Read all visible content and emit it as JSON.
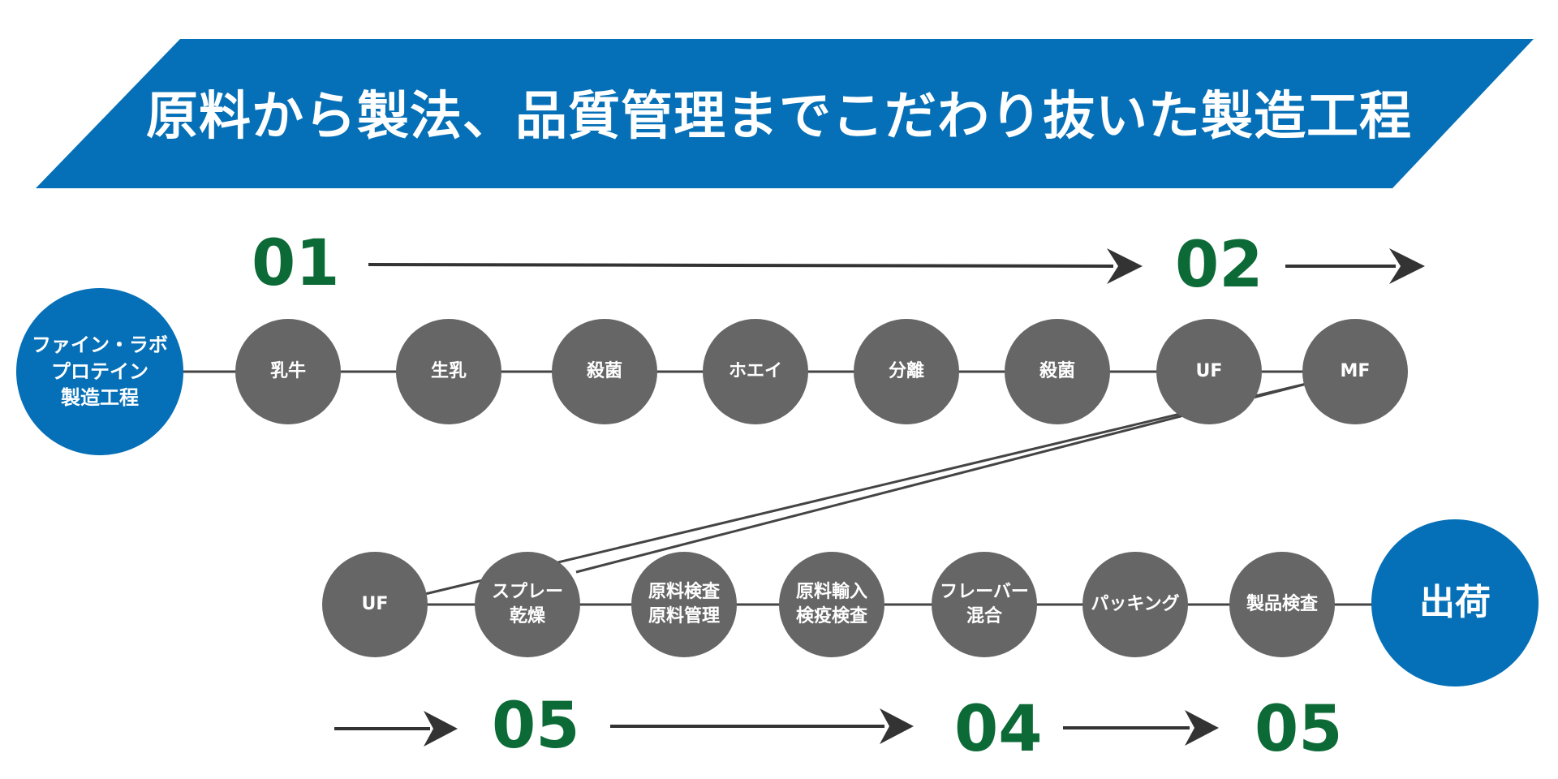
{
  "colors": {
    "brand": "#0570b7",
    "node": "#666666",
    "number": "#0c6a37",
    "arrow": "#333333"
  },
  "header": {
    "title": "原料から製法、品質管理までこだわり抜いた製造工程"
  },
  "flow": {
    "start": "ファイン・ラボ\nプロテイン\n製造工程",
    "row1": [
      "乳牛",
      "生乳",
      "殺菌",
      "ホエイ",
      "分離",
      "殺菌",
      "UF",
      "MF"
    ],
    "row2": [
      "UF",
      "スプレー\n乾燥",
      "原料検査\n原料管理",
      "原料輸入\n検疫検査",
      "フレーバー\n混合",
      "パッキング",
      "製品検査"
    ],
    "end": "出荷"
  },
  "stages": {
    "top": [
      "01",
      "02"
    ],
    "bottom": [
      "05",
      "04",
      "05"
    ]
  }
}
